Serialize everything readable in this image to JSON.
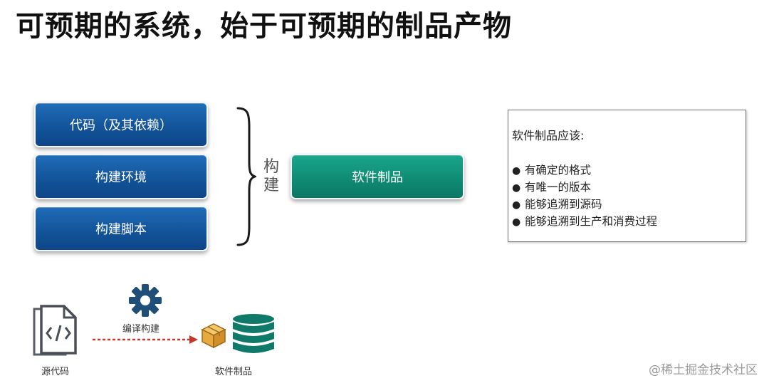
{
  "title": "可预期的系统，始于可预期的制品产物",
  "inputs": [
    {
      "label": "代码（及其依赖）"
    },
    {
      "label": "构建环境"
    },
    {
      "label": "构建脚本"
    }
  ],
  "build_label": "构建",
  "artifact_label": "软件制品",
  "info": {
    "heading": "软件制品应该:",
    "items": [
      "有确定的格式",
      "有唯一的版本",
      "能够追溯到源码",
      "能够追溯到生产和消费过程"
    ]
  },
  "flow": {
    "source_label": "源代码",
    "step_label": "编译构建",
    "output_label": "软件制品",
    "source_icon": "code-file-icon",
    "step_icon": "gear-icon",
    "output_icons": [
      "package-icon",
      "database-icon"
    ]
  },
  "watermark": "@稀土掘金技术社区",
  "colors": {
    "input_box": "#13549a",
    "artifact_box": "#0f8a72",
    "flow_icons": "#1f4e79",
    "output_db": "#0f7a6a",
    "arrow": "#c0392b"
  }
}
